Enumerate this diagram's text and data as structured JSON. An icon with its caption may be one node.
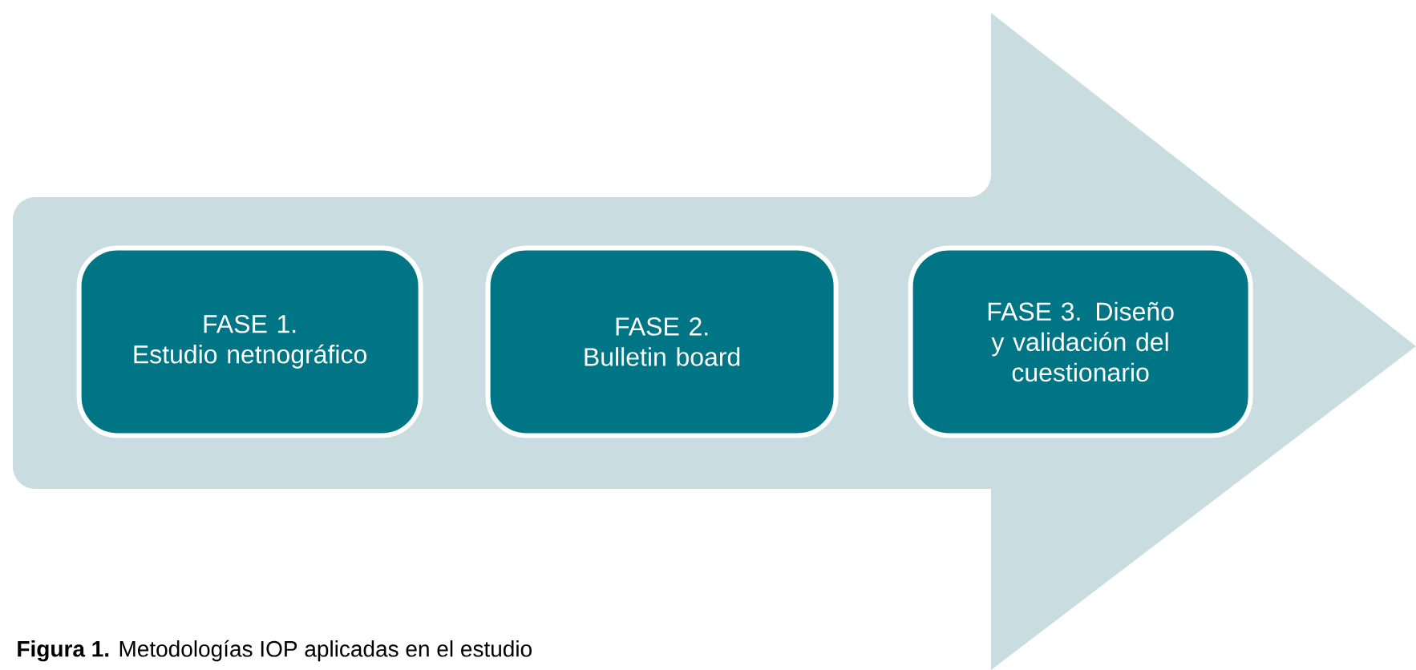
{
  "diagram": {
    "caption": "**Figura 1.** Metodologías IOP aplicadas en el estudio",
    "nodes": [
      {
        "text": [],
        "shape": "arrow"
      },
      {
        "text": [
          "FASE 1.",
          "Estudio netnográfico"
        ],
        "in": 0
      },
      {
        "text": [
          "FASE 2.",
          "Bulletin board"
        ],
        "in": 0
      },
      {
        "text": [
          "FASE 3. Diseño y validación del cuestionario"
        ],
        "in": 0
      }
    ],
    "edges": []
  }
}
